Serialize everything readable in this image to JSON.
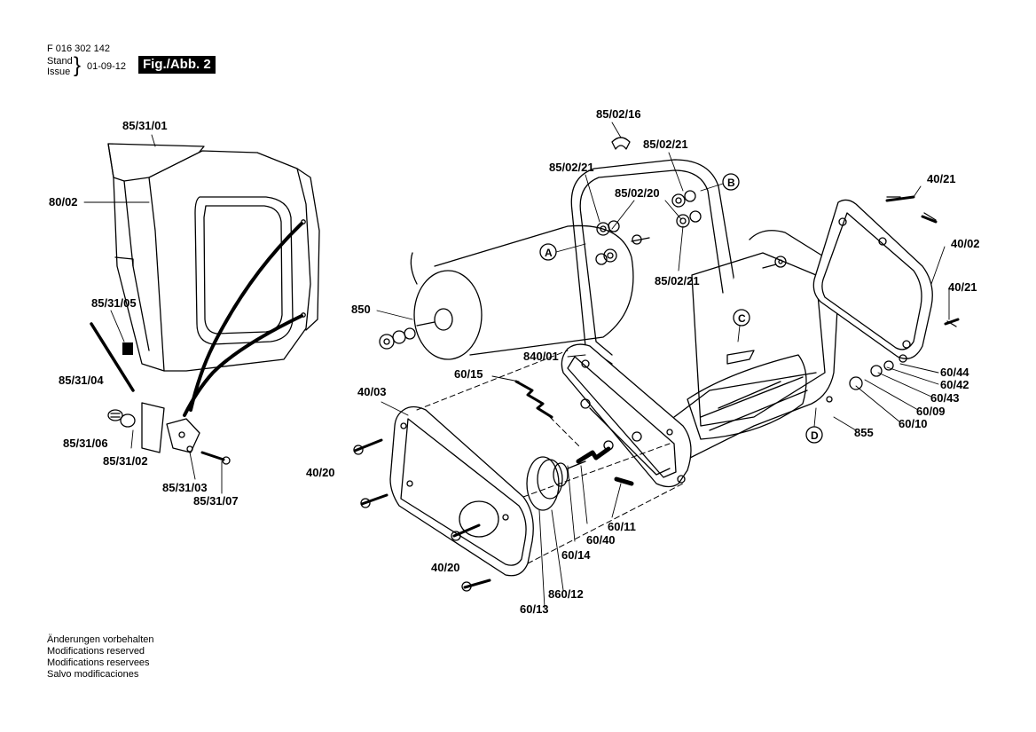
{
  "header": {
    "doc_number": "F 016 302 142",
    "stand_label": "Stand",
    "issue_label": "Issue",
    "date": "01-09-12",
    "figure": "Fig./Abb. 2"
  },
  "labels": {
    "l_85_31_01": "85/31/01",
    "l_80_02": "80/02",
    "l_85_31_05": "85/31/05",
    "l_85_31_04": "85/31/04",
    "l_85_31_06": "85/31/06",
    "l_85_31_02": "85/31/02",
    "l_85_31_03": "85/31/03",
    "l_85_31_07": "85/31/07",
    "l_85_02_16": "85/02/16",
    "l_85_02_21_a": "85/02/21",
    "l_85_02_21_b": "85/02/21",
    "l_85_02_20": "85/02/20",
    "l_85_02_21_c": "85/02/21",
    "l_850": "850",
    "l_840_01": "840/01",
    "l_60_15": "60/15",
    "l_40_03": "40/03",
    "l_40_20_a": "40/20",
    "l_40_20_b": "40/20",
    "l_60_14": "60/14",
    "l_60_40": "60/40",
    "l_60_11": "60/11",
    "l_860_12": "860/12",
    "l_60_13": "60/13",
    "l_855": "855",
    "l_40_21_a": "40/21",
    "l_40_02": "40/02",
    "l_40_21_b": "40/21",
    "l_60_44": "60/44",
    "l_60_42": "60/42",
    "l_60_43": "60/43",
    "l_60_09": "60/09",
    "l_60_10": "60/10"
  },
  "markers": {
    "A": "A",
    "B": "B",
    "C": "C",
    "D": "D"
  },
  "footer": [
    "Änderungen vorbehalten",
    "Modifications reserved",
    "Modifications reservees",
    "Salvo modificaciones"
  ]
}
